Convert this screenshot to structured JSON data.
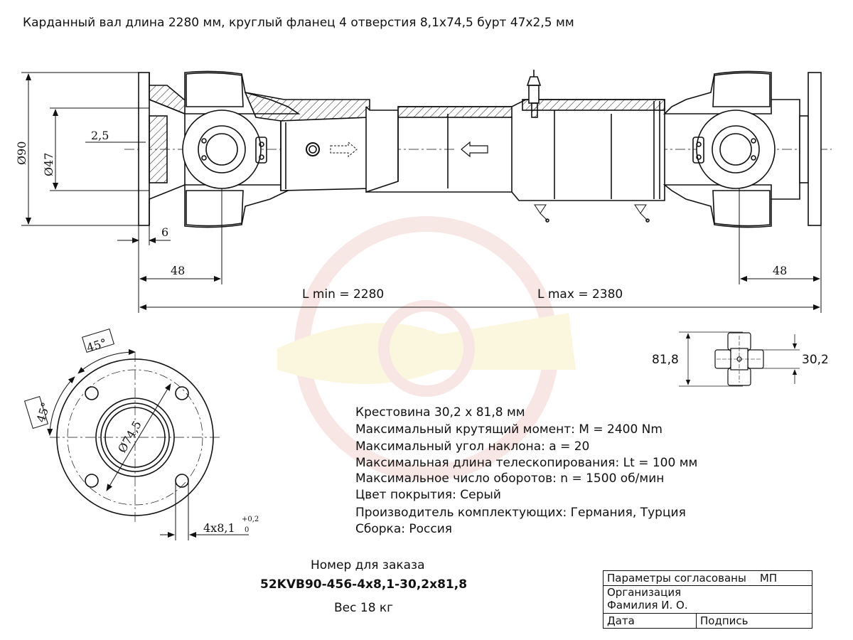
{
  "title": "Карданный вал длина 2280 мм, круглый фланец 4 отверстия 8,1x74,5 бурт 47x2,5 мм",
  "dimensions": {
    "dia_90": "Ø90",
    "dia_47": "Ø47",
    "collar": "2,5",
    "flange_thk": "6",
    "left_48": "48",
    "right_48": "48",
    "l_min": "L min = 2280",
    "l_max": "L max =  2380",
    "angle_1": "45°",
    "angle_2": "45°",
    "pcd": "Ø74,5",
    "holes": "4x8,1",
    "tol_upper": "+0,2",
    "tol_lower": "0",
    "cross_len": "81,8",
    "cross_dia": "30,2"
  },
  "specs": [
    "Крестовина  30,2 х 81,8 мм",
    "Максимальный крутящий момент: М = 2400  Nm",
    "Максимальный угол наклона: а = 20",
    "Максимальная длина телескопирования: Lt = 100 мм",
    "Максимальное число оборотов: n = 1500 об/мин",
    "Цвет покрытия: Серый",
    "Производитель комплектующих: Германия, Турция",
    "Сборка: Россия"
  ],
  "order": {
    "label": "Номер для заказа",
    "number": "52KVB90-456-4x8,1-30,2x81,8",
    "weight": "Вес 18 кг"
  },
  "stamp": {
    "approved": "Параметры согласованы",
    "mp": "МП",
    "organization": "Организация",
    "name": "Фамилия И. О.",
    "date": "Дата",
    "signature": "Подпись"
  }
}
